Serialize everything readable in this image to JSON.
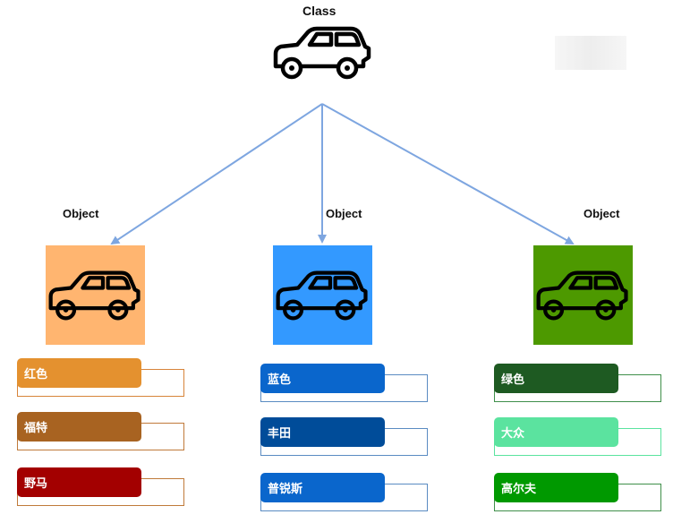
{
  "class_node": {
    "title": "Class",
    "icon": "car-icon"
  },
  "objects": [
    {
      "label": "Object",
      "tile_color": "#FFB570",
      "attributes": [
        {
          "text": "红色",
          "fill": "#E4912F",
          "outline": "#D7843A"
        },
        {
          "text": "福特",
          "fill": "#A86321",
          "outline": "#C07A3A"
        },
        {
          "text": "野马",
          "fill": "#A30000",
          "outline": "#C07A3A"
        }
      ]
    },
    {
      "label": "Object",
      "tile_color": "#3399FF",
      "attributes": [
        {
          "text": "蓝色",
          "fill": "#0A66CC",
          "outline": "#5A8BC2"
        },
        {
          "text": "丰田",
          "fill": "#004C99",
          "outline": "#5A8BC2"
        },
        {
          "text": "普锐斯",
          "fill": "#0A66CC",
          "outline": "#5A8BC2"
        }
      ]
    },
    {
      "label": "Object",
      "tile_color": "#4D9900",
      "attributes": [
        {
          "text": "绿色",
          "fill": "#1E5A22",
          "outline": "#3F8F4A"
        },
        {
          "text": "大众",
          "fill": "#5BE39F",
          "outline": "#5BE39F"
        },
        {
          "text": "高尔夫",
          "fill": "#009900",
          "outline": "#3F8F4A"
        }
      ]
    }
  ],
  "arrow_color": "#7EA6E0"
}
